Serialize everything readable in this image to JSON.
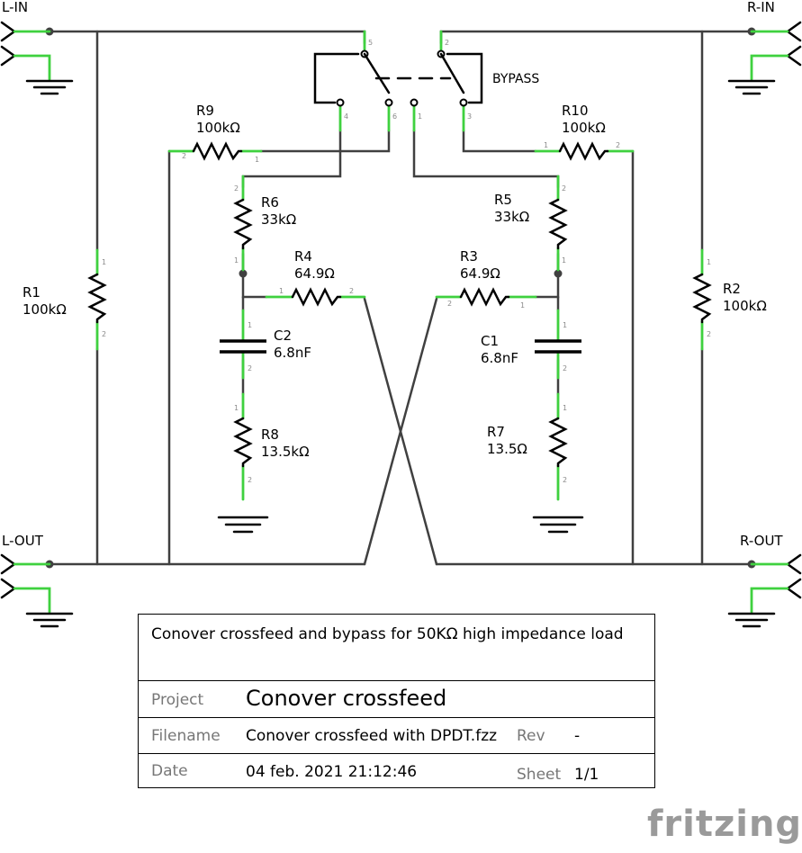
{
  "connectors": {
    "l_in": "L-IN",
    "r_in": "R-IN",
    "l_out": "L-OUT",
    "r_out": "R-OUT"
  },
  "switch": {
    "label": "BYPASS",
    "pins": [
      "5",
      "2",
      "4",
      "6",
      "1",
      "3"
    ]
  },
  "components": {
    "R1": {
      "name": "R1",
      "value": "100kΩ"
    },
    "R2": {
      "name": "R2",
      "value": "100kΩ"
    },
    "R3": {
      "name": "R3",
      "value": "64.9Ω"
    },
    "R4": {
      "name": "R4",
      "value": "64.9Ω"
    },
    "R5": {
      "name": "R5",
      "value": "33kΩ"
    },
    "R6": {
      "name": "R6",
      "value": "33kΩ"
    },
    "R7": {
      "name": "R7",
      "value": "13.5Ω"
    },
    "R8": {
      "name": "R8",
      "value": "13.5kΩ"
    },
    "R9": {
      "name": "R9",
      "value": "100kΩ"
    },
    "R10": {
      "name": "R10",
      "value": "100kΩ"
    },
    "C1": {
      "name": "C1",
      "value": "6.8nF"
    },
    "C2": {
      "name": "C2",
      "value": "6.8nF"
    }
  },
  "pin_numbers": {
    "one": "1",
    "two": "2"
  },
  "title_block": {
    "description": "Conover crossfeed and bypass for 50KΩ high impedance load",
    "project_label": "Project",
    "project": "Conover crossfeed",
    "filename_label": "Filename",
    "filename": "Conover crossfeed with DPDT.fzz",
    "rev_label": "Rev",
    "rev": "-",
    "date_label": "Date",
    "date": "04 feb. 2021 21:12:46",
    "sheet_label": "Sheet",
    "sheet": "1/1"
  },
  "logo": "fritzing",
  "colors": {
    "wire": "#404040",
    "pin_highlight": "#3fd13f",
    "logo": "#9a9a9a"
  }
}
